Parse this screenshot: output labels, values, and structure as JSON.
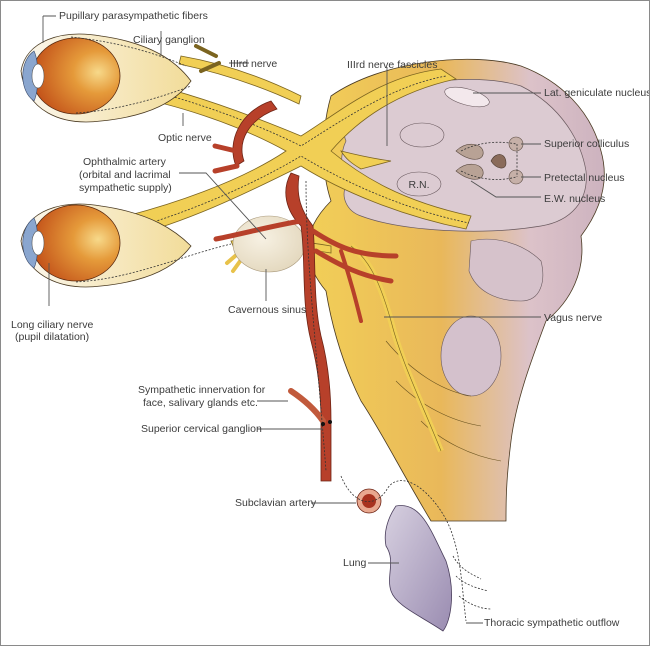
{
  "figure": {
    "title": "Pupillary innervation pathways diagram",
    "colors": {
      "nerve": "#f1cf55",
      "artery": "#b7402a",
      "brainstem": "#d9c6cf",
      "eyeball": "#d4661c",
      "cornea": "#8aa6cf",
      "lung": "#b3a7c4",
      "sinus": "#ece3cf",
      "border": "#8a8a8a"
    }
  },
  "labels": {
    "pupillary_parasympathetic_fibers": "Pupillary parasympathetic fibers",
    "ciliary_ganglion": "Ciliary ganglion",
    "iiird_nerve": "IIIrd nerve",
    "optic_nerve": "Optic nerve",
    "ophthalmic_artery_1": "Ophthalmic artery",
    "ophthalmic_artery_2": "(orbital and lacrimal",
    "ophthalmic_artery_3": "sympathetic supply)",
    "iiird_nerve_fascicles": "IIIrd nerve fascicles",
    "lat_geniculate_nucleus": "Lat. geniculate nucleus",
    "superior_colliculus": "Superior colliculus",
    "pretectal_nucleus": "Pretectal nucleus",
    "ew_nucleus": "E.W. nucleus",
    "rn": "R.N.",
    "long_ciliary_nerve_1": "Long ciliary nerve",
    "long_ciliary_nerve_2": "(pupil dilatation)",
    "cavernous_sinus": "Cavernous sinus",
    "vagus_nerve": "Vagus nerve",
    "sympathetic_innervation_1": "Sympathetic innervation for",
    "sympathetic_innervation_2": "face, salivary glands etc.",
    "superior_cervical_ganglion": "Superior cervical ganglion",
    "subclavian_artery": "Subclavian artery",
    "lung": "Lung",
    "thoracic_sympathetic_outflow": "Thoracic sympathetic outflow"
  }
}
